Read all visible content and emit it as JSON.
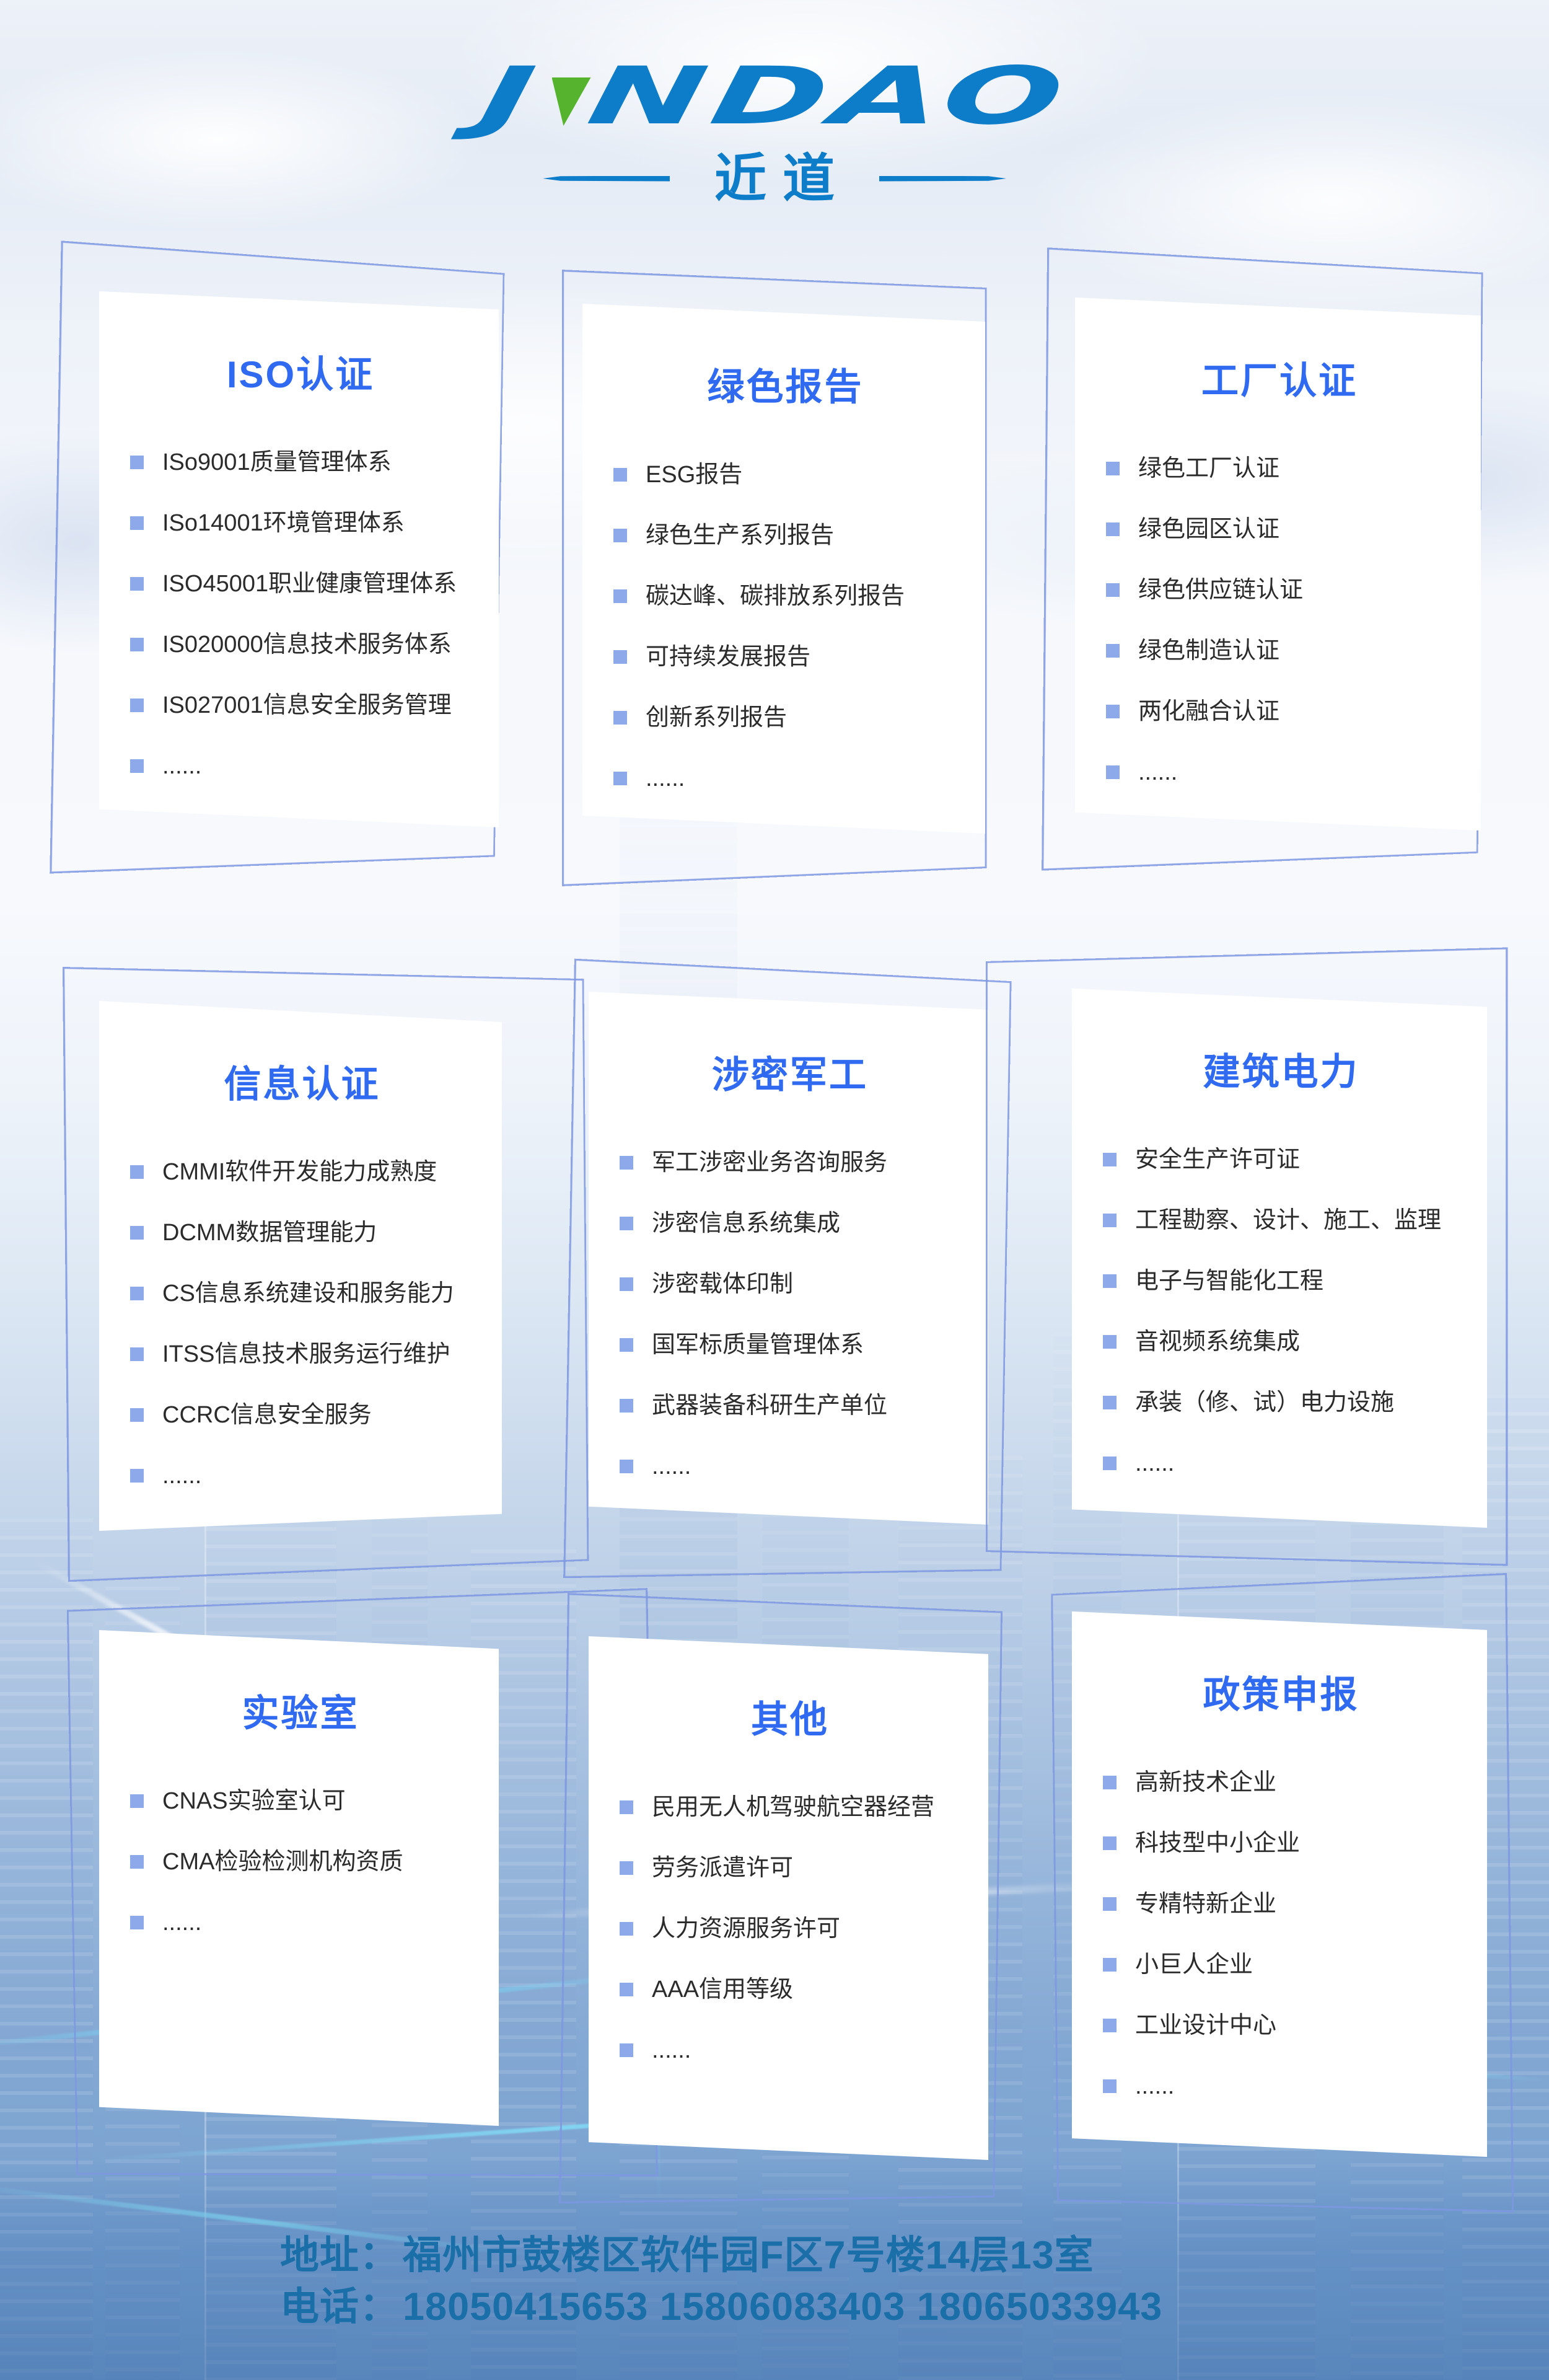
{
  "logo": {
    "wordmark_left": "J",
    "wordmark_right": "NDAO",
    "subtitle": "近道"
  },
  "cards": [
    {
      "title": "ISO认证",
      "items": [
        "ISo9001质量管理体系",
        "ISo14001环境管理体系",
        "ISO45001职业健康管理体系",
        "IS020000信息技术服务体系",
        "IS027001信息安全服务管理",
        "......"
      ]
    },
    {
      "title": "绿色报告",
      "items": [
        "ESG报告",
        "绿色生产系列报告",
        "碳达峰、碳排放系列报告",
        "可持续发展报告",
        "创新系列报告",
        "......"
      ]
    },
    {
      "title": "工厂认证",
      "items": [
        "绿色工厂认证",
        "绿色园区认证",
        "绿色供应链认证",
        "绿色制造认证",
        "两化融合认证",
        "......"
      ]
    },
    {
      "title": "信息认证",
      "items": [
        "CMMI软件开发能力成熟度",
        "DCMM数据管理能力",
        "CS信息系统建设和服务能力",
        "ITSS信息技术服务运行维护",
        "CCRC信息安全服务",
        "......"
      ]
    },
    {
      "title": "涉密军工",
      "items": [
        "军工涉密业务咨询服务",
        "涉密信息系统集成",
        "涉密载体印制",
        "国军标质量管理体系",
        "武器装备科研生产单位",
        "......"
      ]
    },
    {
      "title": "建筑电力",
      "items": [
        "安全生产许可证",
        "工程勘察、设计、施工、监理",
        "电子与智能化工程",
        "音视频系统集成",
        "承装（修、试）电力设施",
        "......"
      ]
    },
    {
      "title": "实验室",
      "items": [
        "CNAS实验室认可",
        "CMA检验检测机构资质",
        "......"
      ]
    },
    {
      "title": "其他",
      "items": [
        "民用无人机驾驶航空器经营",
        "劳务派遣许可",
        "人力资源服务许可",
        "AAA信用等级",
        "......"
      ]
    },
    {
      "title": "政策申报",
      "items": [
        "高新技术企业",
        "科技型中小企业",
        "专精特新企业",
        "小巨人企业",
        "工业设计中心",
        "......"
      ]
    }
  ],
  "footer": {
    "address_label": "地址：",
    "address": "福州市鼓楼区软件园F区7号楼14层13室",
    "phone_label": "电话：",
    "phones": "18050415653  15806083403  18065033943"
  },
  "colors": {
    "title_blue": "#2f6af0",
    "bullet_blue": "#8ea9ea",
    "logo_blue": "#0d7cc9",
    "logo_green": "#56b32e",
    "outline_blue": "#7d96e0",
    "footer_text": "#1a6fa9",
    "body_text": "#2b2b2b"
  }
}
